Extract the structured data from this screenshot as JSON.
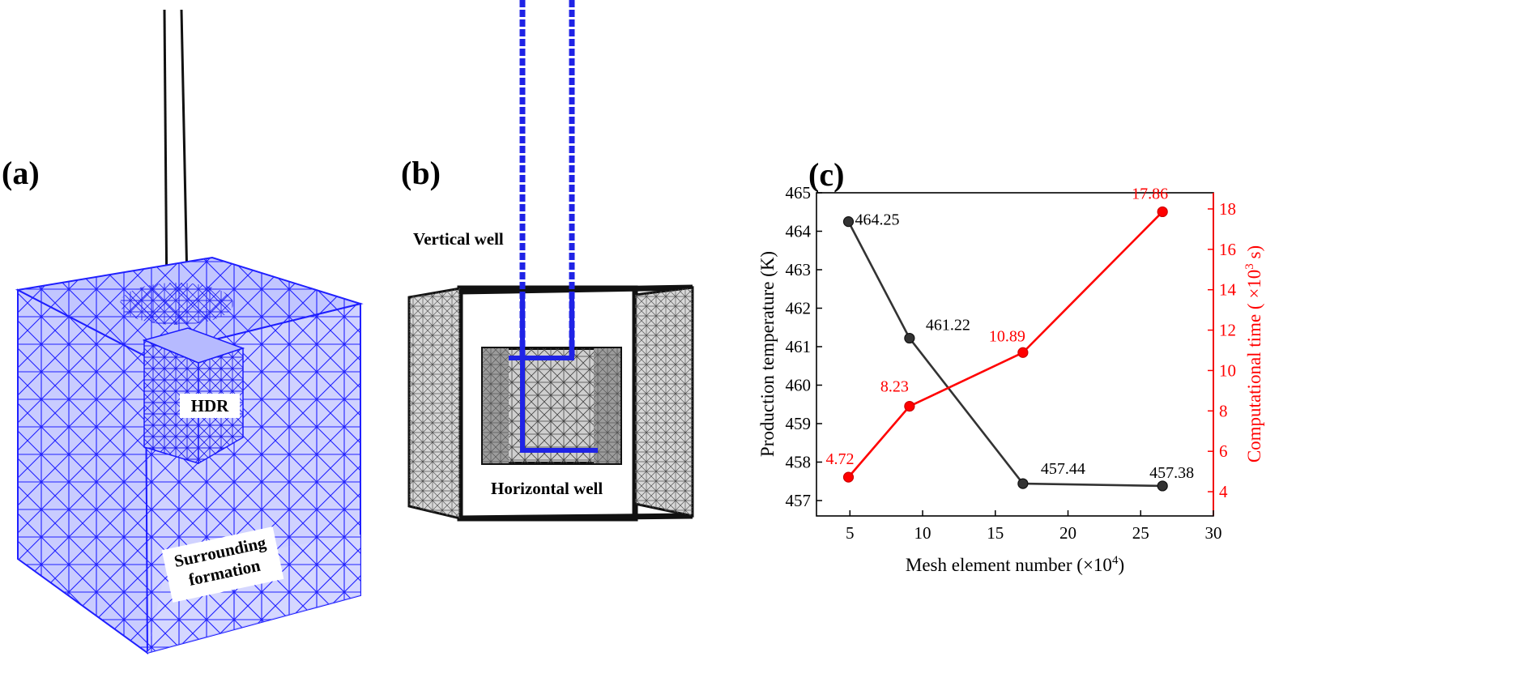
{
  "panels": {
    "a": {
      "label": "(a)",
      "hdr_label": "HDR",
      "formation_label_line1": "Surrounding",
      "formation_label_line2": "formation",
      "mesh_color": "#2121ff"
    },
    "b": {
      "label": "(b)",
      "vertical_well_label": "Vertical well",
      "horizontal_well_label": "Horizontal well",
      "well_color": "#1f23e6",
      "mesh_color": "#777777"
    },
    "c": {
      "label": "(c)"
    }
  },
  "chart_data": {
    "type": "line",
    "x": [
      4.9,
      9.1,
      16.9,
      26.5
    ],
    "xlabel_main": "Mesh element number (×10",
    "xlabel_exp": "4",
    "xlabel_tail": ")",
    "xlim": [
      2.7,
      30
    ],
    "xticks": [
      5,
      10,
      15,
      20,
      25,
      30
    ],
    "left_axis": {
      "label": "Production temperature (K)",
      "ylim": [
        456.6,
        465
      ],
      "ticks": [
        457,
        458,
        459,
        460,
        461,
        462,
        463,
        464,
        465
      ],
      "color": "#000000"
    },
    "right_axis": {
      "label_main": "Computational time ( ×10",
      "label_exp": "3",
      "label_tail": " s)",
      "ylim": [
        2.8,
        18.8
      ],
      "ticks": [
        4,
        6,
        8,
        10,
        12,
        14,
        16,
        18
      ],
      "color": "#ff0000"
    },
    "series": [
      {
        "axis": "left",
        "color": "#333333",
        "values": [
          464.25,
          461.22,
          457.44,
          457.38
        ],
        "labels": [
          "464.25",
          "461.22",
          "457.44",
          "457.38"
        ]
      },
      {
        "axis": "right",
        "color": "#ff0000",
        "values": [
          4.72,
          8.23,
          10.89,
          17.86
        ],
        "labels": [
          "4.72",
          "8.23",
          "10.89",
          "17.86"
        ]
      }
    ],
    "grid": false
  }
}
